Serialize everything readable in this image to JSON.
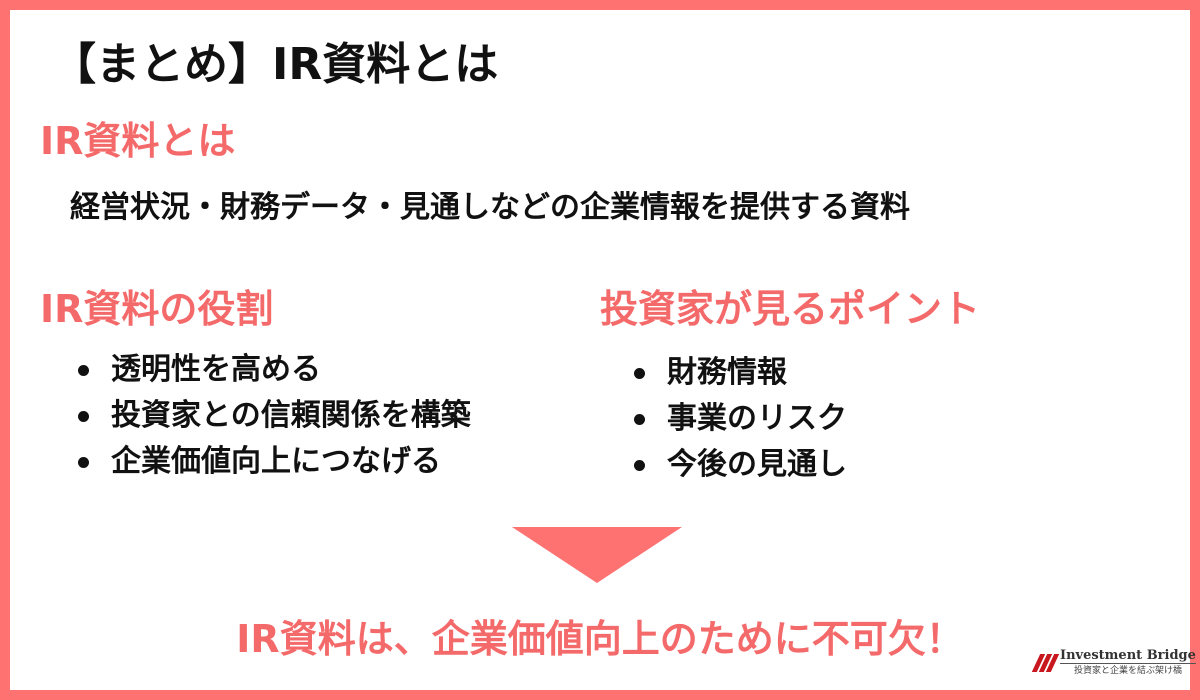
{
  "title": "【まとめ】IR資料とは",
  "definition": {
    "heading": "IR資料とは",
    "text": "経営状況・財務データ・見通しなどの企業情報を提供する資料"
  },
  "roles": {
    "heading": "IR資料の役割",
    "items": [
      "透明性を高める",
      "投資家との信頼関係を構築",
      "企業価値向上につなげる"
    ]
  },
  "points": {
    "heading": "投資家が見るポイント",
    "items": [
      "財務情報",
      "事業のリスク",
      "今後の見通し"
    ]
  },
  "conclusion": "IR資料は、企業価値向上のために不可欠！",
  "logo": {
    "name": "Investment Bridge",
    "tagline": "投資家と企業を結ぶ架け橋"
  },
  "colors": {
    "accent": "#f46a6a",
    "border": "#ff7272",
    "logo_red": "#c8171e"
  }
}
